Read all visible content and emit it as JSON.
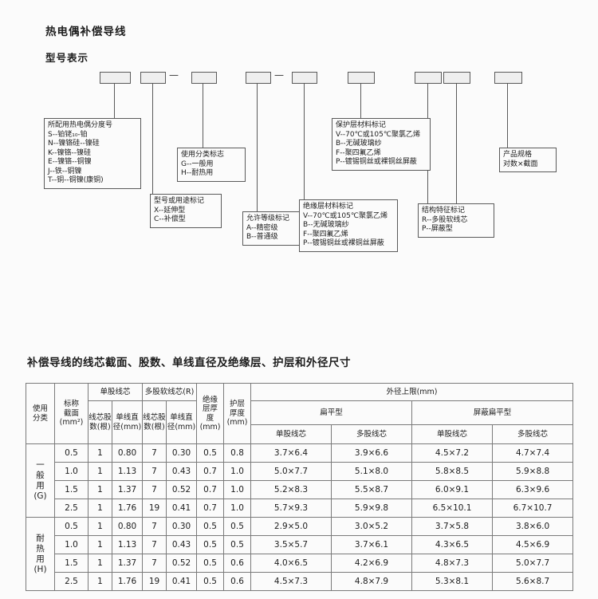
{
  "page": {
    "title": "热电偶补偿导线",
    "model_label": "型号表示",
    "table_title": "补偿导线的线芯截面、股数、单线直径及绝缘层、护层和外径尺寸"
  },
  "diagram": {
    "annotations": [
      {
        "title": "所配用热电偶分度号",
        "items": [
          "S--铂铑₁₀-铂",
          "N--镍铬硅--镍硅",
          "K--镍铬--镍硅",
          "E--镍铬--铜镍",
          "J--铁--铜镍",
          "T--铜--铜镍(康铜)"
        ]
      },
      {
        "title": "型号或用途标记",
        "items": [
          "X--延伸型",
          "C--补偿型"
        ]
      },
      {
        "title": "使用分类标志",
        "items": [
          "G--一般用",
          "H--耐热用"
        ]
      },
      {
        "title": "允许等级标记",
        "items": [
          "A--精密级",
          "B--普通级"
        ]
      },
      {
        "title": "绝缘层材料标记",
        "items": [
          "V--70℃或105℃聚氯乙烯",
          "B--无碱玻璃纱",
          "F--聚四氟乙烯",
          "P--镀锡铜丝或裸铜丝屏蔽"
        ]
      },
      {
        "title": "保护层材料标记",
        "items": [
          "V--70℃或105℃聚氯乙烯",
          "B--无碱玻璃纱",
          "F--聚四氟乙烯",
          "P--镀锡铜丝或裸铜丝屏蔽"
        ]
      },
      {
        "title": "结构特征标记",
        "items": [
          "R--多股软线芯",
          "P--屏蔽型"
        ]
      },
      {
        "title": "产品规格",
        "items": [
          "对数×截面"
        ]
      }
    ]
  },
  "table": {
    "headers": {
      "use_class": "使用\n分类",
      "nominal": "标称\n截面\n(mm²)",
      "single_core": "单股线芯",
      "multi_core": "多股软线芯(R)",
      "strands": "线芯股\n数(根)",
      "diameter": "单线直\n径(mm)",
      "insulation": "绝缘\n层厚\n度\n(mm)",
      "sheath": "护层\n厚度\n(mm)",
      "od_limit": "外径上限(mm)",
      "flat": "扁平型",
      "shielded_flat": "屏蔽扁平型",
      "sub_single": "单股线芯",
      "sub_multi": "多股线芯"
    },
    "groups": [
      {
        "label": "一\n般\n用\n(G)",
        "rows": [
          [
            "0.5",
            "1",
            "0.80",
            "7",
            "0.30",
            "0.5",
            "0.8",
            "3.7×6.4",
            "3.9×6.6",
            "4.5×7.2",
            "4.7×7.4"
          ],
          [
            "1.0",
            "1",
            "1.13",
            "7",
            "0.43",
            "0.7",
            "1.0",
            "5.0×7.7",
            "5.1×8.0",
            "5.8×8.5",
            "5.9×8.8"
          ],
          [
            "1.5",
            "1",
            "1.37",
            "7",
            "0.52",
            "0.7",
            "1.0",
            "5.2×8.3",
            "5.5×8.7",
            "6.0×9.1",
            "6.3×9.6"
          ],
          [
            "2.5",
            "1",
            "1.76",
            "19",
            "0.41",
            "0.7",
            "1.0",
            "5.7×9.3",
            "5.9×9.8",
            "6.5×10.1",
            "6.7×10.7"
          ]
        ]
      },
      {
        "label": "耐\n热\n用\n(H)",
        "rows": [
          [
            "0.5",
            "1",
            "0.80",
            "7",
            "0.30",
            "0.5",
            "0.5",
            "2.9×5.0",
            "3.0×5.2",
            "3.7×5.8",
            "3.8×6.0"
          ],
          [
            "1.0",
            "1",
            "1.13",
            "7",
            "0.43",
            "0.5",
            "0.5",
            "3.5×5.7",
            "3.7×6.1",
            "4.3×6.5",
            "4.5×6.9"
          ],
          [
            "1.5",
            "1",
            "1.37",
            "7",
            "0.52",
            "0.5",
            "0.6",
            "4.0×6.5",
            "4.2×6.9",
            "4.8×7.3",
            "5.0×7.7"
          ],
          [
            "2.5",
            "1",
            "1.76",
            "19",
            "0.41",
            "0.5",
            "0.6",
            "4.5×7.3",
            "4.8×7.9",
            "5.3×8.1",
            "5.6×8.7"
          ]
        ]
      }
    ]
  }
}
